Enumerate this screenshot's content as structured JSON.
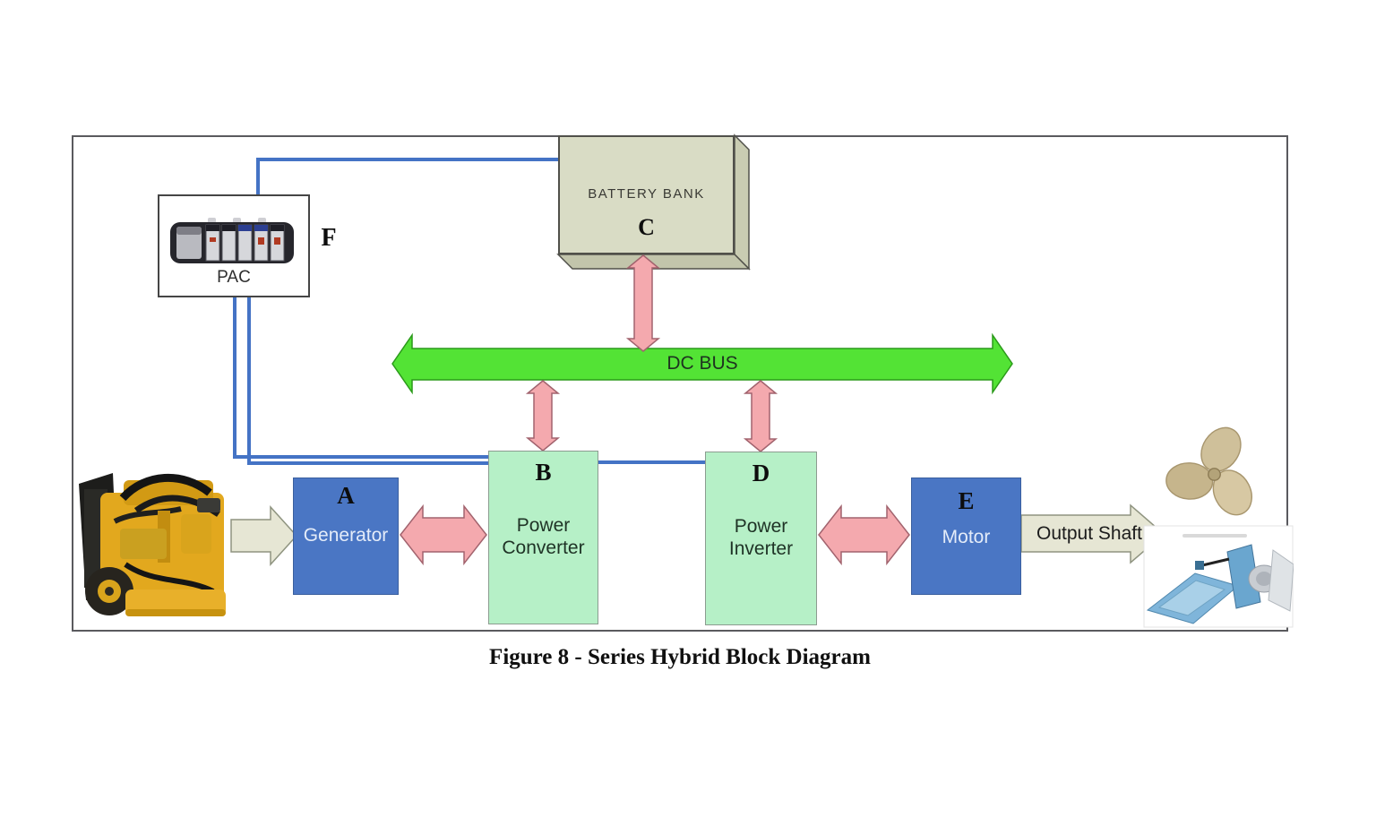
{
  "figure": {
    "caption": "Figure 8 - Series Hybrid Block Diagram"
  },
  "blocks": {
    "battery": {
      "letter": "C",
      "label": "BATTERY BANK"
    },
    "pac": {
      "letter": "F",
      "label": "PAC"
    },
    "generator": {
      "letter": "A",
      "label": "Generator"
    },
    "power_converter": {
      "letter": "B",
      "label_line1": "Power",
      "label_line2": "Converter"
    },
    "power_inverter": {
      "letter": "D",
      "label_line1": "Power",
      "label_line2": "Inverter"
    },
    "motor": {
      "letter": "E",
      "label": "Motor"
    }
  },
  "bus": {
    "label": "DC BUS"
  },
  "output_shaft": {
    "label": "Output Shaft"
  },
  "images": {
    "engine": "marine-diesel-engine-photo",
    "plc": "pac-controller-modules-photo",
    "propeller": "bronze-propeller-photo",
    "outdrive": "jet-drive-unit-photo"
  },
  "colors": {
    "blue-box": "#4a76c4",
    "blue-box-border": "#3a5f9e",
    "mint-box": "#b6f0c7",
    "mint-box-border": "#8c9c90",
    "battery-face": "#d9dcc5",
    "battery-side": "#c9ccb2",
    "battery-bottom": "#c2c5ab",
    "battery-border": "#50504a",
    "bus-green": "#53e335",
    "bus-border": "#2b9a1a",
    "pink-fill": "#f4a9ae",
    "pink-border": "#a2636e",
    "beige-fill": "#e6e6d4",
    "beige-border": "#8f9480",
    "line-blue": "#4473c5"
  }
}
